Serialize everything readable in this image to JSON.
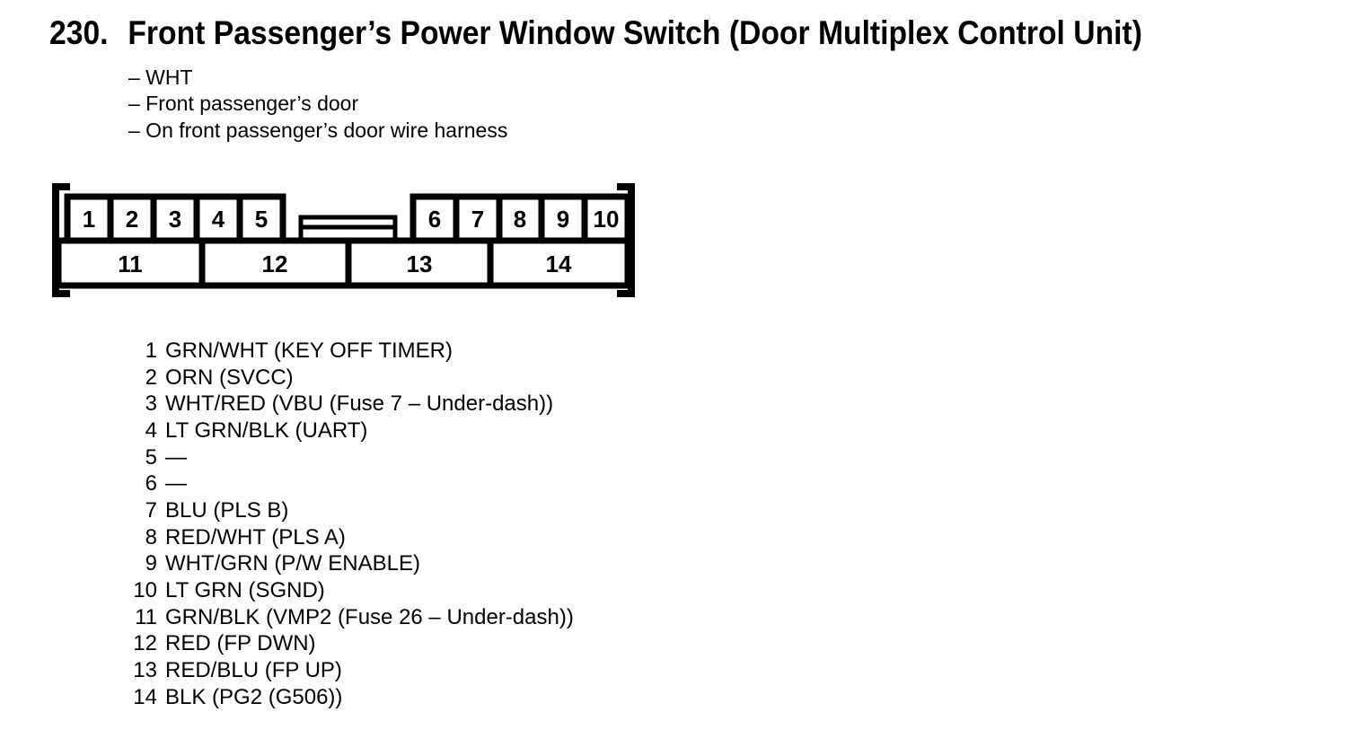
{
  "title": {
    "number": "230.",
    "text": "Front Passenger’s Power Window Switch (Door Multiplex Control Unit)"
  },
  "notes": [
    "– WHT",
    "– Front passenger’s door",
    "– On front passenger’s door wire harness"
  ],
  "connector": {
    "top_pins": [
      "1",
      "2",
      "3",
      "4",
      "5",
      "6",
      "7",
      "8",
      "9",
      "10"
    ],
    "bottom_pins": [
      "11",
      "12",
      "13",
      "14"
    ]
  },
  "pins": [
    {
      "pin": "1",
      "desc": "GRN/WHT (KEY OFF TIMER)"
    },
    {
      "pin": "2",
      "desc": "ORN (SVCC)"
    },
    {
      "pin": "3",
      "desc": "WHT/RED (VBU (Fuse 7 – Under-dash))"
    },
    {
      "pin": "4",
      "desc": "LT GRN/BLK (UART)"
    },
    {
      "pin": "5",
      "desc": "—"
    },
    {
      "pin": "6",
      "desc": "—"
    },
    {
      "pin": "7",
      "desc": "BLU (PLS B)"
    },
    {
      "pin": "8",
      "desc": "RED/WHT (PLS A)"
    },
    {
      "pin": "9",
      "desc": "WHT/GRN (P/W ENABLE)"
    },
    {
      "pin": "10",
      "desc": "LT GRN (SGND)"
    },
    {
      "pin": "11",
      "desc": "GRN/BLK (VMP2 (Fuse 26 – Under-dash))"
    },
    {
      "pin": "12",
      "desc": "RED (FP DWN)"
    },
    {
      "pin": "13",
      "desc": "RED/BLU (FP UP)"
    },
    {
      "pin": "14",
      "desc": "BLK (PG2 (G506))"
    }
  ],
  "colors": {
    "ink": "#000000",
    "background": "#ffffff"
  }
}
